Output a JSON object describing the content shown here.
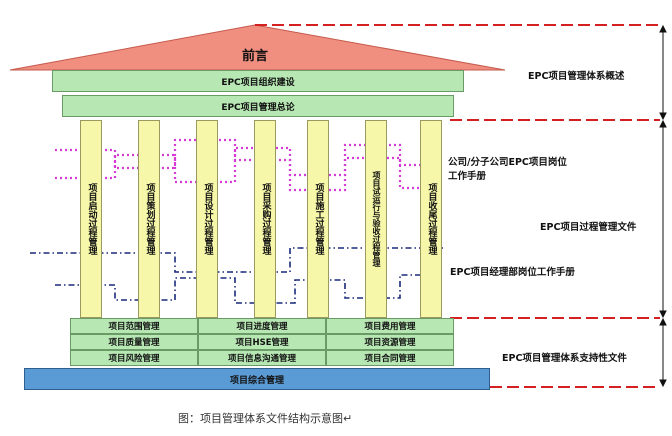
{
  "roof": {
    "title": "前言",
    "color": "#f08e80"
  },
  "beams": [
    "EPC项目组织建设",
    "EPC项目管理总论"
  ],
  "pillars": [
    "项目启动过程管理",
    "项目策划过程管理",
    "项目设计过程管理",
    "项目采购过程管理",
    "项目施工过程管理",
    "项目试运行与验收过程管理",
    "项目收尾过程管理"
  ],
  "support_grid": [
    [
      "项目范围管理",
      "项目进度管理",
      "项目费用管理"
    ],
    [
      "项目质量管理",
      "项目HSE管理",
      "项目资源管理"
    ],
    [
      "项目风险管理",
      "项目信息沟通管理",
      "项目合同管理"
    ]
  ],
  "base": "项目综合管理",
  "annotations": {
    "overview": "EPC项目管理体系概述",
    "company_manual_line1": "公司/分子公司EPC项目岗位",
    "company_manual_line2": "工作手册",
    "process_docs": "EPC项目过程管理文件",
    "dept_manual": "EPC项目经理部岗位工作手册",
    "support_docs": "EPC项目管理体系支持性文件"
  },
  "caption": "图：项目管理体系文件结构示意图↵",
  "colors": {
    "roof": "#f08e80",
    "beam": "#b7e7b3",
    "pillar": "#f6f7a8",
    "base": "#5b9bd5",
    "dash_red": "#d42020",
    "dot_magenta": "#d63ad6",
    "dash_navy": "#1a2a7a"
  }
}
